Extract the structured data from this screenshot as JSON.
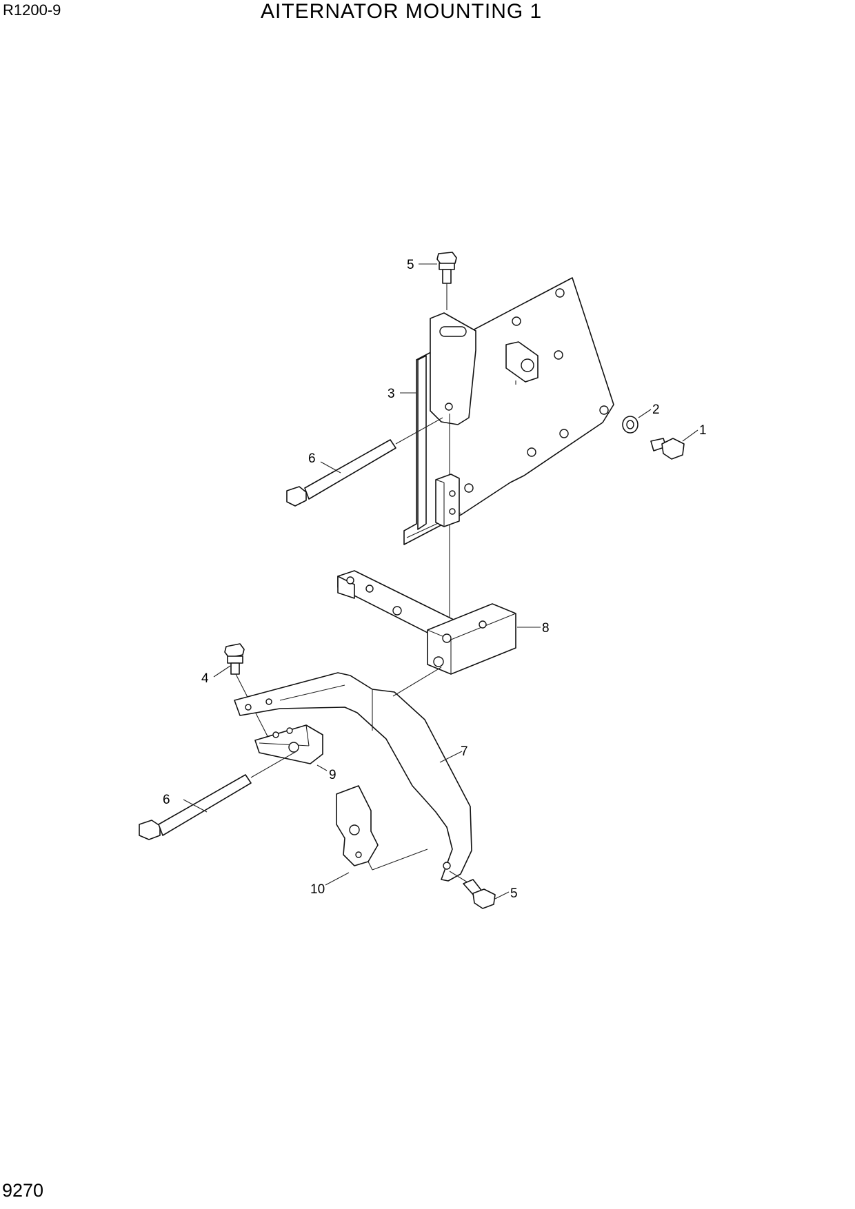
{
  "header": {
    "model": "R1200-9",
    "title": "AITERNATOR MOUNTING 1"
  },
  "footer": {
    "page_number": "9270"
  },
  "callouts": [
    {
      "id": "c5-top",
      "text": "5"
    },
    {
      "id": "c3",
      "text": "3"
    },
    {
      "id": "c2",
      "text": "2"
    },
    {
      "id": "c1",
      "text": "1"
    },
    {
      "id": "c6-top",
      "text": "6"
    },
    {
      "id": "c8",
      "text": "8"
    },
    {
      "id": "c4",
      "text": "4"
    },
    {
      "id": "c7",
      "text": "7"
    },
    {
      "id": "c9",
      "text": "9"
    },
    {
      "id": "c6-bottom",
      "text": "6"
    },
    {
      "id": "c10",
      "text": "10"
    },
    {
      "id": "c5-bottom",
      "text": "5"
    }
  ]
}
